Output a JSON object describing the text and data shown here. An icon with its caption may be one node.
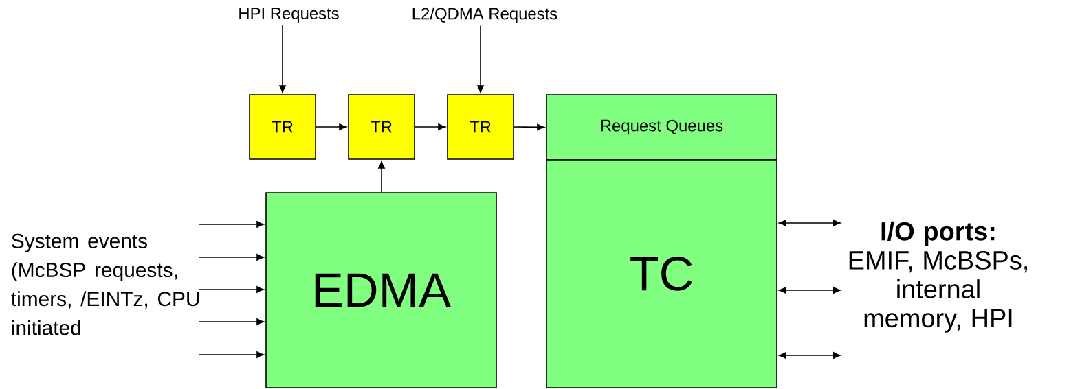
{
  "diagram": {
    "nodes": [
      {
        "text": [
          "HPI Requests"
        ]
      },
      {
        "text": [
          "L2/QDMA Requests"
        ]
      },
      {
        "text": [
          "TR"
        ]
      },
      {
        "text": [
          "TR"
        ]
      },
      {
        "text": [
          "TR"
        ]
      },
      {
        "text": [
          "Request Queues"
        ]
      },
      {
        "text": [
          "TC"
        ]
      },
      {
        "text": [
          "EDMA"
        ]
      },
      {
        "text": [
          "System events (McBSP requests, timers, /EINTz, CPU initiated"
        ]
      },
      {
        "text": [
          "I/O ports:",
          "EMIF, McBSPs, internal memory, HPI"
        ]
      }
    ],
    "edges": [
      {
        "from": 0,
        "to": 2,
        "arrow": "to"
      },
      {
        "from": 1,
        "to": 4,
        "arrow": "to"
      },
      {
        "from": 2,
        "to": 3,
        "arrow": "to"
      },
      {
        "from": 3,
        "to": 4,
        "arrow": "to"
      },
      {
        "from": 4,
        "to": 5,
        "arrow": "to"
      },
      {
        "from": 7,
        "to": 3,
        "arrow": "to"
      },
      {
        "from": 8,
        "to": 7,
        "arrow": "to"
      },
      {
        "from": 8,
        "to": 7,
        "arrow": "to"
      },
      {
        "from": 8,
        "to": 7,
        "arrow": "to"
      },
      {
        "from": 8,
        "to": 7,
        "arrow": "to"
      },
      {
        "from": 8,
        "to": 7,
        "arrow": "to"
      },
      {
        "from": 6,
        "to": 9,
        "arrow": "both"
      },
      {
        "from": 6,
        "to": 9,
        "arrow": "both"
      },
      {
        "from": 6,
        "to": 9,
        "arrow": "both"
      }
    ]
  }
}
